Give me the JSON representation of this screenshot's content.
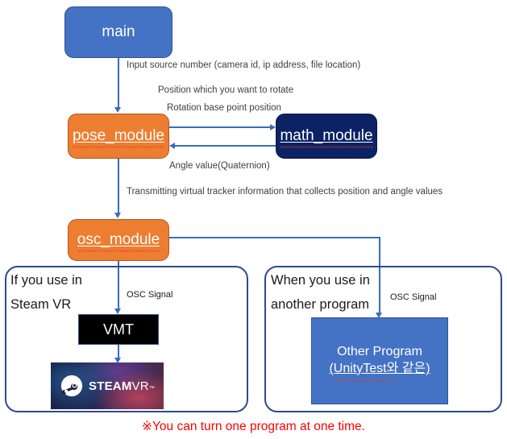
{
  "diagram": {
    "modules": {
      "main": {
        "label": "main",
        "color": "#4472C4"
      },
      "pose": {
        "label": "pose_module",
        "color": "#ED7D31",
        "misspelled": true
      },
      "math": {
        "label": "math_module",
        "color": "#0B2265",
        "misspelled": true
      },
      "osc": {
        "label": "osc_module",
        "color": "#ED7D31",
        "misspelled": true
      }
    },
    "edge_labels": {
      "main_to_pose": "Input source number (camera id, ip address, file location)",
      "pose_to_math_1": "Position which you want to rotate",
      "pose_to_math_2": "Rotation base point position",
      "math_to_pose": "Angle value(Quaternion)",
      "pose_to_osc": "Transmitting virtual tracker information that collects position and angle values"
    },
    "left_container": {
      "title_line1": "If you use in",
      "title_line2": "Steam VR",
      "signal_label": "OSC Signal",
      "vmt_label": "VMT",
      "steam_logo": {
        "word_bold": "STEAM",
        "word_thin": "VR",
        "trademark": "™"
      }
    },
    "right_container": {
      "title_line1": "When you use in",
      "title_line2": "another program",
      "signal_label": "OSC Signal",
      "program_line1": "Other Program",
      "program_line2": "(UnityTest와 같은)"
    },
    "footer_note": "※You can turn one program at one time.",
    "colors": {
      "accent_blue": "#4472C4",
      "accent_orange": "#ED7D31",
      "accent_navy": "#0B2265",
      "connector": "#3A6BBF",
      "note_red": "#FF0000",
      "spellcheck_red": "#E8352A"
    }
  }
}
